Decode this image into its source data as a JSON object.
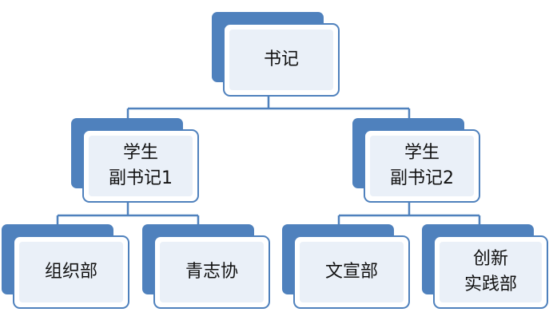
{
  "diagram": {
    "root": {
      "label": "书记"
    },
    "deputies": [
      {
        "label": "学生\n副书记1"
      },
      {
        "label": "学生\n副书记2"
      }
    ],
    "departments": [
      {
        "label": "组织部"
      },
      {
        "label": "青志协"
      },
      {
        "label": "文宣部"
      },
      {
        "label": "创新\n实践部"
      }
    ]
  },
  "colors": {
    "accent": "#4f81bd",
    "box_fill": "#ffffff",
    "inner_tint": "#eaf0f8",
    "text": "#111111",
    "connector": "#4f81bd"
  }
}
